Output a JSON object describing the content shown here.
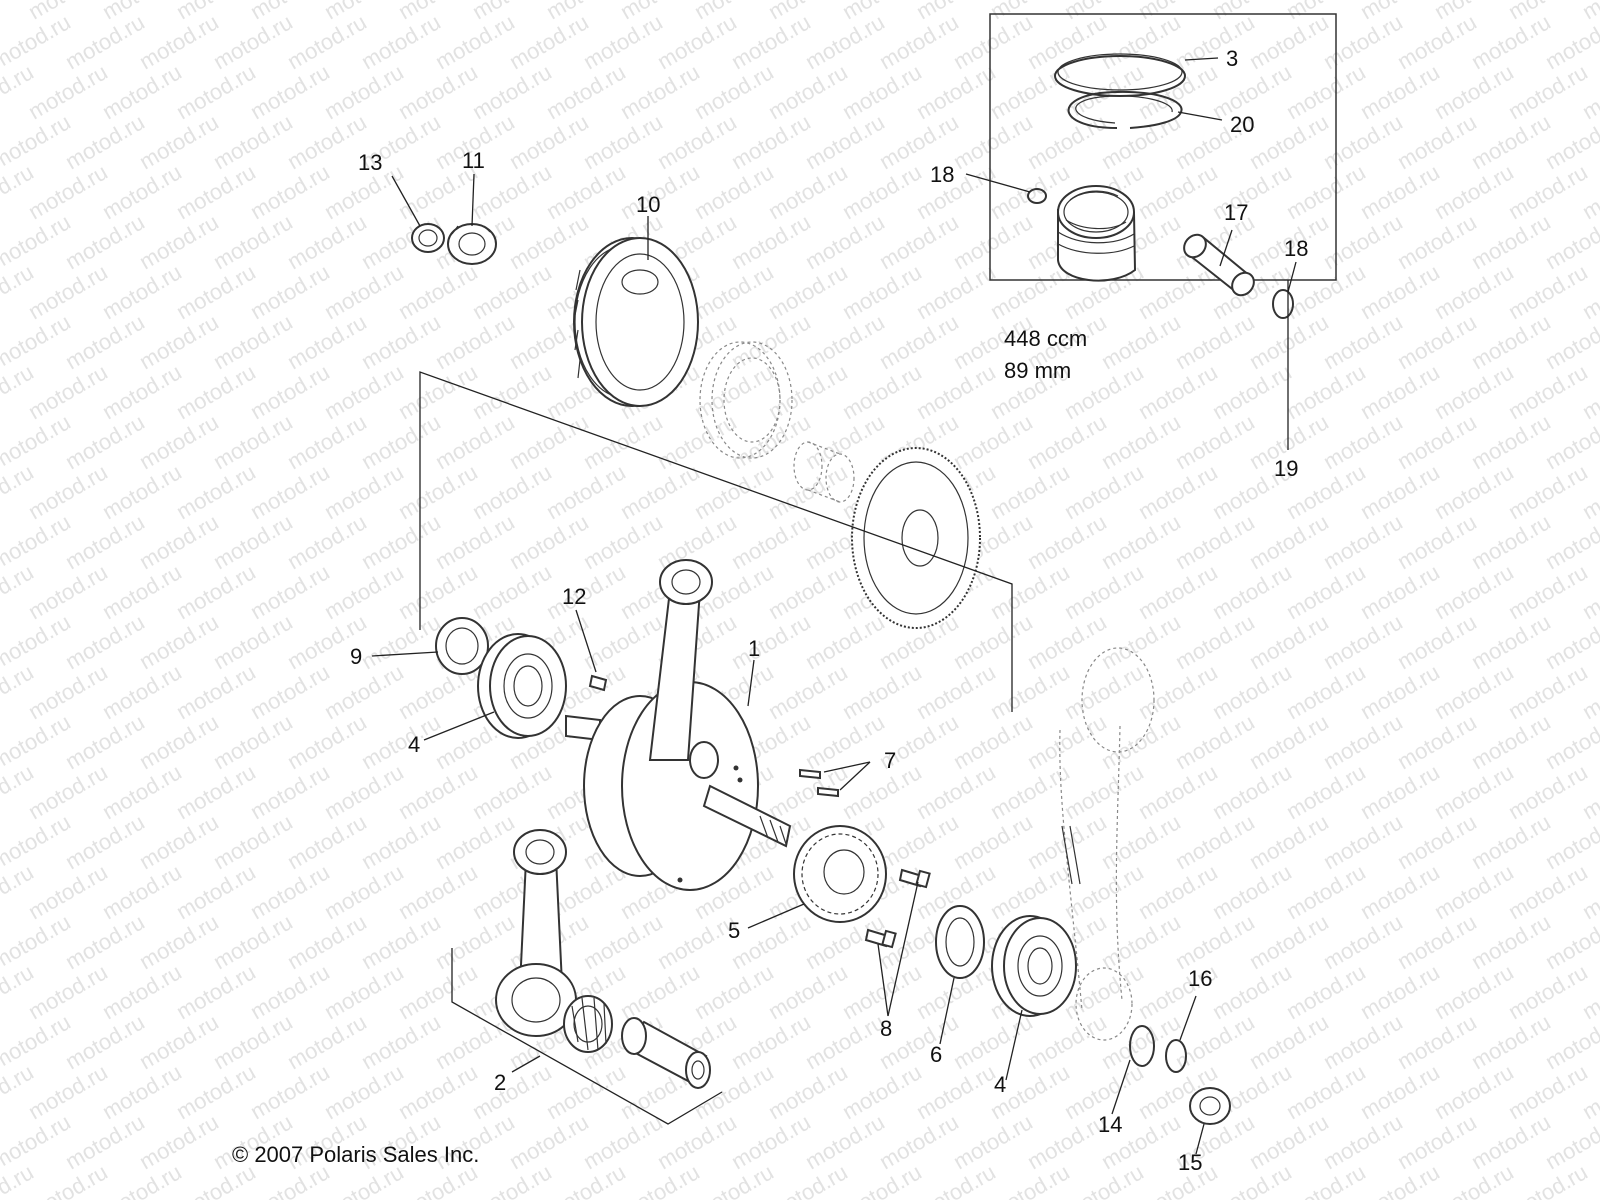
{
  "watermark": {
    "text": "motod.ru"
  },
  "piston_box": {
    "spec_displacement": "448 ccm",
    "spec_bore": "89 mm"
  },
  "copyright": "© 2007 Polaris Sales Inc.",
  "callouts": {
    "c1": "1",
    "c2": "2",
    "c3": "3",
    "c4a": "4",
    "c4b": "4",
    "c5": "5",
    "c6": "6",
    "c7": "7",
    "c8": "8",
    "c9": "9",
    "c10": "10",
    "c11": "11",
    "c12": "12",
    "c13": "13",
    "c14": "14",
    "c15": "15",
    "c16": "16",
    "c17": "17",
    "c18a": "18",
    "c18b": "18",
    "c19": "19",
    "c20": "20"
  }
}
